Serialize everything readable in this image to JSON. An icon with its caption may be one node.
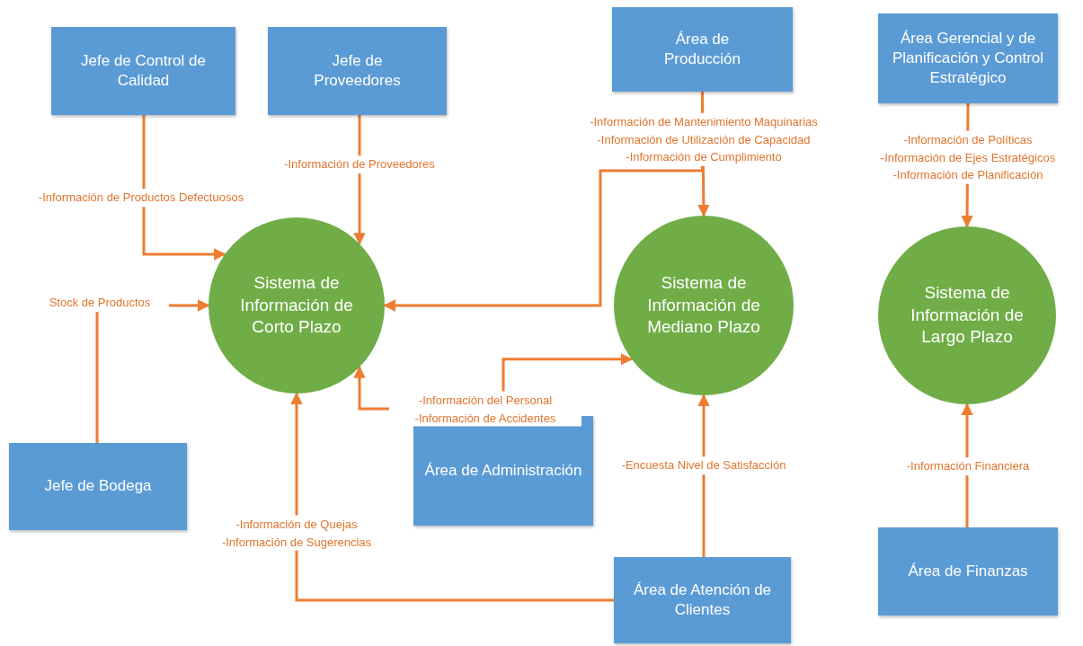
{
  "diagram": {
    "nodes": [
      {
        "text": [
          "Jefe de Control de Calidad"
        ]
      },
      {
        "text": [
          "Jefe de Proveedores"
        ]
      },
      {
        "text": [
          "Área de Producción"
        ]
      },
      {
        "text": [
          "Área Gerencial y de Planificación y Control Estratégico"
        ]
      },
      {
        "text": [
          "Sistema de Información de Corto Plazo"
        ]
      },
      {
        "text": [
          "Sistema de Información de Mediano Plazo"
        ]
      },
      {
        "text": [
          "Sistema de Información de Largo Plazo"
        ]
      },
      {
        "text": [
          "Jefe de Bodega"
        ]
      },
      {
        "text": [
          "Área de Administración"
        ]
      },
      {
        "text": [
          "Área de Atención de Clientes"
        ]
      },
      {
        "text": [
          "Área de Finanzas"
        ]
      }
    ],
    "edges": [
      {
        "from": 0,
        "to": 4,
        "arrow": "to",
        "label": "-Información de Productos Defectuosos"
      },
      {
        "from": 1,
        "to": 4,
        "arrow": "to",
        "label": "-Información de Proveedores"
      },
      {
        "from": 2,
        "to": 5,
        "arrow": "to",
        "label": "-Información de Mantenimiento Maquinarias -Información de Utilización de Capacidad -Información de Cumplimiento"
      },
      {
        "from": 2,
        "to": 4,
        "arrow": "to"
      },
      {
        "from": 7,
        "to": 4,
        "arrow": "to",
        "label": "Stock de Productos"
      },
      {
        "from": 8,
        "to": 4,
        "arrow": "to",
        "label": "-Información del Personal -Información de Accidentes"
      },
      {
        "from": 8,
        "to": 5,
        "arrow": "to"
      },
      {
        "from": 9,
        "to": 4,
        "arrow": "to",
        "label": "-Información de Quejas -Información de Sugerencias"
      },
      {
        "from": 9,
        "to": 5,
        "arrow": "to",
        "label": "-Encuesta Nivel de Satisfacción"
      },
      {
        "from": 3,
        "to": 6,
        "arrow": "to",
        "label": "-Información de Políticas -Información de Ejes Estratégicos -Información de Planificación"
      },
      {
        "from": 10,
        "to": 6,
        "arrow": "to",
        "label": "-Información Financiera"
      }
    ]
  }
}
